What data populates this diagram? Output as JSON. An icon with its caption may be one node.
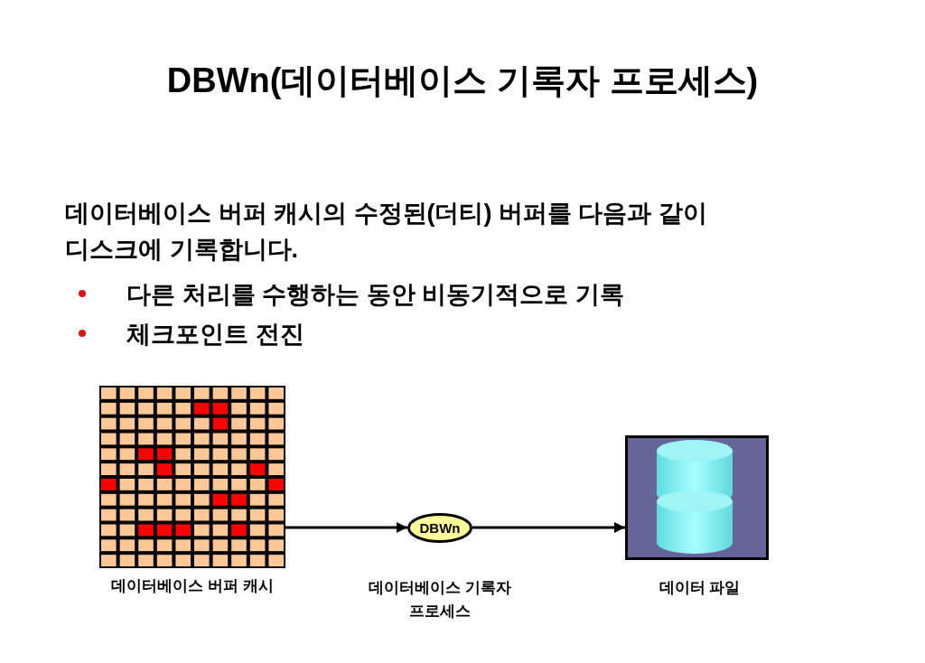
{
  "diagram": {
    "title": "DBWn(데이터베이스 기록자 프로세스)",
    "nodes": [
      {
        "text": [
          "데이터베이스 버퍼 캐시"
        ]
      },
      {
        "text": [
          "DBWn"
        ],
        "beside": [
          "데이터베이스 기록자 프로세스"
        ]
      },
      {
        "text": [
          "데이터 파일"
        ]
      }
    ],
    "edges": [
      {
        "from": 0,
        "to": 1,
        "arrow": "to"
      },
      {
        "from": 1,
        "to": 2,
        "arrow": "to"
      }
    ],
    "labels": [
      "데이터베이스 버퍼 캐시의 수정된(더티) 버퍼를 다음과 같이 디스크에 기록합니다.",
      "다른 처리를 수행하는 동안 비동기적으로 기록",
      "체크포인트 전진"
    ]
  }
}
